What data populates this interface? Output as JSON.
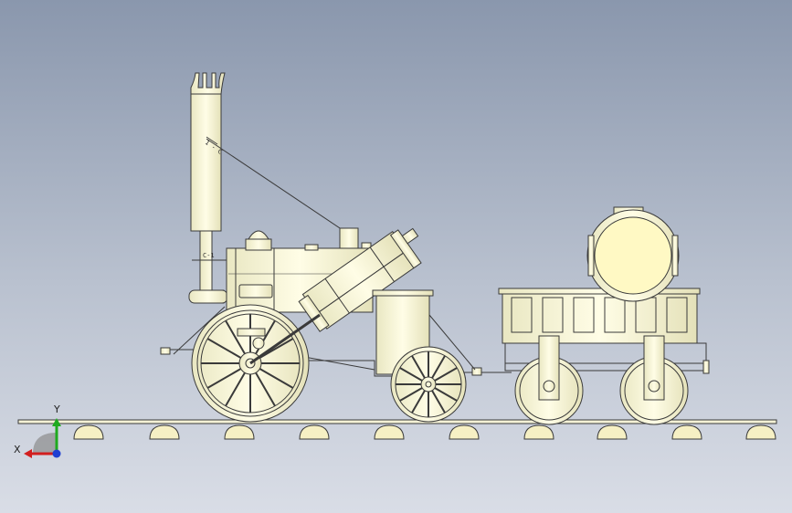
{
  "viewport": {
    "background_top": "#8a97ad",
    "background_bottom": "#d9dde6"
  },
  "model": {
    "part_fill": "#fafad2",
    "edge_color": "#3a3a3a",
    "sleeper_fill": "#f6f0c4"
  },
  "annotations": {
    "chimney_mark": "C-1",
    "stay_mark": "1 - C"
  },
  "triad": {
    "icon": "axis-triad-icon",
    "x_label": "X",
    "y_label": "Y",
    "x_color": "#d21f1f",
    "y_color": "#1faa1f",
    "z_color": "#1f3fd2"
  }
}
